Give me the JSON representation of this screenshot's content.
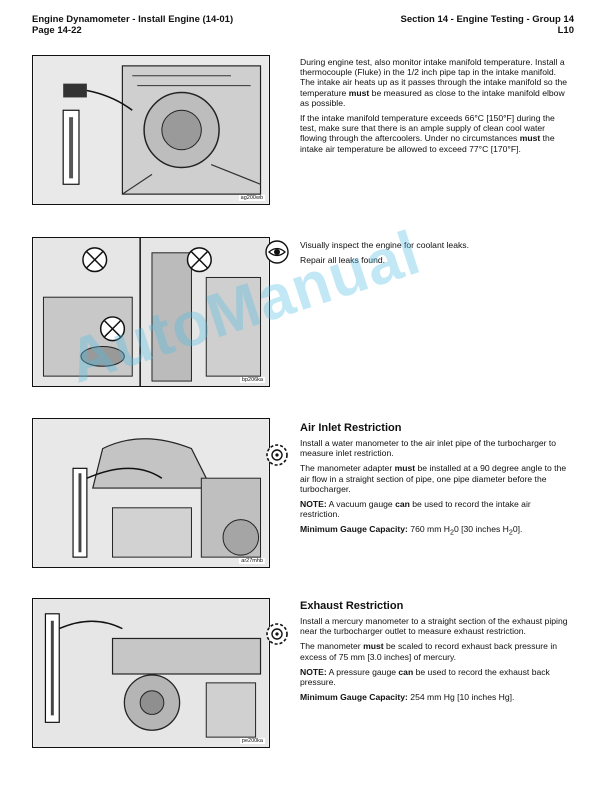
{
  "header": {
    "left_line1": "Engine Dynamometer - Install Engine (14-01)",
    "left_line2": "Page 14-22",
    "right_line1": "Section 14 - Engine Testing - Group 14",
    "right_line2": "L10"
  },
  "figures": [
    {
      "code": "ag200wb"
    },
    {
      "code": "bp206ka"
    },
    {
      "code": "ar27mhb"
    },
    {
      "code": "pe200ka"
    }
  ],
  "section1": {
    "p1_a": "During engine test, also monitor intake manifold temperature. Install a thermocouple (Fluke) in the 1/2 inch pipe tap in the intake manifold. The intake air heats up as it passes through the intake manifold so the temperature ",
    "p1_bold": "must",
    "p1_b": " be measured as close to the intake manifold elbow as possible.",
    "p2_a": "If the intake manifold temperature exceeds 66°C [150°F] during the test, make sure that there is an ample supply of clean cool water flowing through the aftercoolers. Under no circumstances ",
    "p2_bold": "must",
    "p2_b": " the intake air temperature be allowed to exceed 77°C [170°F]."
  },
  "section2": {
    "p1": "Visually inspect the engine for coolant leaks.",
    "p2": "Repair all leaks found."
  },
  "section3": {
    "title": "Air Inlet Restriction",
    "p1": "Install a water manometer to the air inlet pipe of the turbocharger to measure inlet restriction.",
    "p2_a": "The manometer adapter ",
    "p2_bold": "must",
    "p2_b": " be installed at a 90 degree angle to the air flow in a straight section of pipe, one pipe diameter before the turbocharger.",
    "note_label": "NOTE:",
    "note_a": " A vacuum gauge ",
    "note_bold": "can",
    "note_b": " be used to record the intake air restriction.",
    "min_label": "Minimum Gauge Capacity:",
    "min_value_a": " 760 mm H",
    "min_sub1": "2",
    "min_value_b": "0 [30 inches H",
    "min_sub2": "2",
    "min_value_c": "0]."
  },
  "section4": {
    "title": "Exhaust Restriction",
    "p1": "Install a mercury manometer to a straight section of the exhaust piping near the turbocharger outlet to measure exhaust restriction.",
    "p2_a": "The manometer ",
    "p2_bold": "must",
    "p2_b": " be scaled to record exhaust back pressure in excess of 75 mm [3.0 inches] of mercury.",
    "note_label": "NOTE:",
    "note_a": " A pressure gauge ",
    "note_bold": "can",
    "note_b": " be used to record the exhaust back pressure.",
    "min_label": "Minimum Gauge Capacity:",
    "min_value": " 254 mm Hg [10 inches Hg]."
  },
  "watermark": "AutoManual",
  "icons": [
    "eye-inspect-icon",
    "tool-gear-icon",
    "tool-gear-icon"
  ]
}
